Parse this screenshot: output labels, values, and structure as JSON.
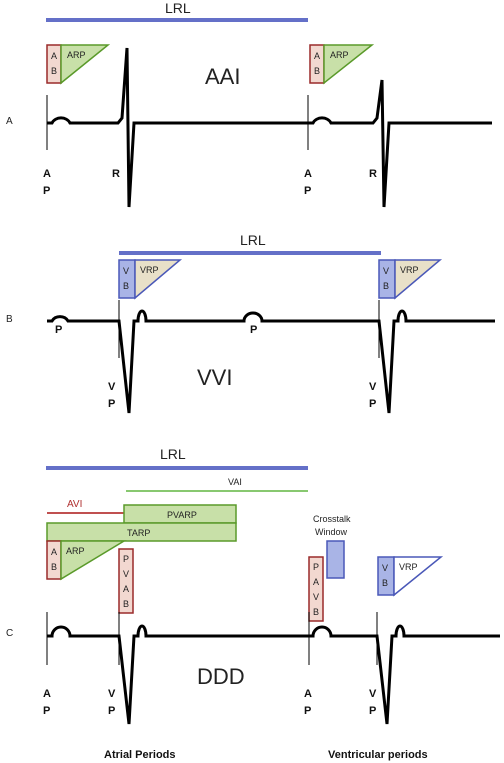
{
  "colors": {
    "lrl_bar": "#6470c8",
    "ecg": "#000000",
    "blank_fill": "#f2d8d0",
    "blank_stroke": "#9a2a2a",
    "green_fill": "#c8e0a8",
    "green_stroke": "#5a9a2a",
    "blue_fill": "#a9b4e6",
    "blue_stroke": "#4a58b8",
    "tan_fill": "#e8e0c8",
    "avi_line": "#c05050",
    "vai_line": "#88c870"
  },
  "rows": {
    "A": {
      "row_label": "A",
      "lrl": "LRL",
      "mode": "AAI",
      "ab": [
        "A",
        "B"
      ],
      "arp": "ARP",
      "ap": [
        "A",
        "P"
      ],
      "r": "R"
    },
    "B": {
      "row_label": "B",
      "lrl": "LRL",
      "mode": "VVI",
      "vb": [
        "V",
        "B"
      ],
      "vrp": "VRP",
      "p": "P",
      "vp": [
        "V",
        "P"
      ]
    },
    "C": {
      "row_label": "C",
      "lrl": "LRL",
      "mode": "DDD",
      "avi": "AVI",
      "vai": "VAI",
      "pvarp": "PVARP",
      "tarp": "TARP",
      "ab": [
        "A",
        "B"
      ],
      "arp": "ARP",
      "pvab": [
        "P",
        "V",
        "A",
        "B"
      ],
      "pavb": [
        "P",
        "A",
        "V",
        "B"
      ],
      "crosstalk": [
        "Crosstalk",
        "Window"
      ],
      "vb": [
        "V",
        "B"
      ],
      "vrp": "VRP",
      "ap": [
        "A",
        "P"
      ],
      "vp": [
        "V",
        "P"
      ]
    }
  },
  "footer": {
    "atrial": "Atrial Periods",
    "ventricular": "Ventricular periods"
  }
}
